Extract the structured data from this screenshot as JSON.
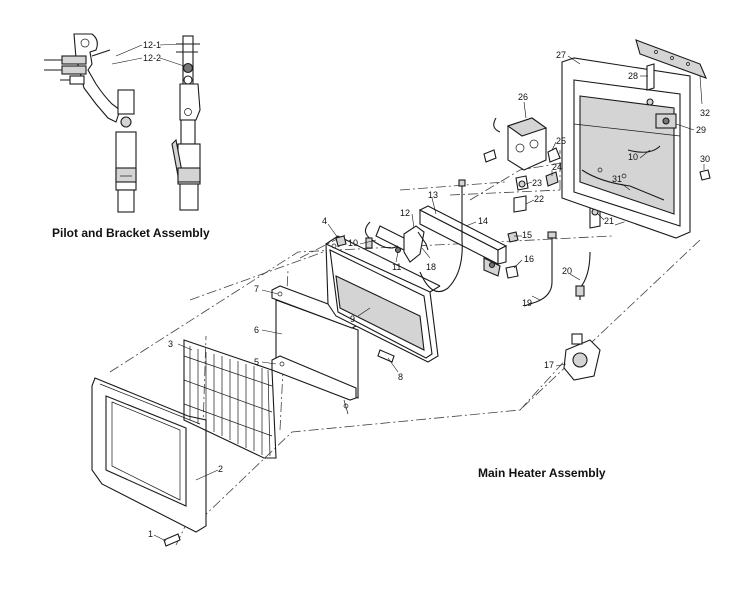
{
  "titles": {
    "pilot_assembly": "Pilot and Bracket Assembly",
    "main_assembly": "Main Heater Assembly"
  },
  "callouts": {
    "p12_1": "12-1",
    "p12_2": "12-2",
    "p1": "1",
    "p2": "2",
    "p3": "3",
    "p4": "4",
    "p5": "5",
    "p6": "6",
    "p7": "7",
    "p8": "8",
    "p9": "9",
    "p10a": "10",
    "p10b": "10",
    "p11": "11",
    "p12": "12",
    "p13": "13",
    "p14": "14",
    "p15": "15",
    "p16": "16",
    "p17": "17",
    "p18": "18",
    "p19": "19",
    "p20": "20",
    "p21": "21",
    "p22": "22",
    "p23": "23",
    "p24": "24",
    "p25": "25",
    "p26": "26",
    "p27": "27",
    "p28": "28",
    "p29": "29",
    "p30": "30",
    "p31": "31",
    "p32": "32"
  }
}
